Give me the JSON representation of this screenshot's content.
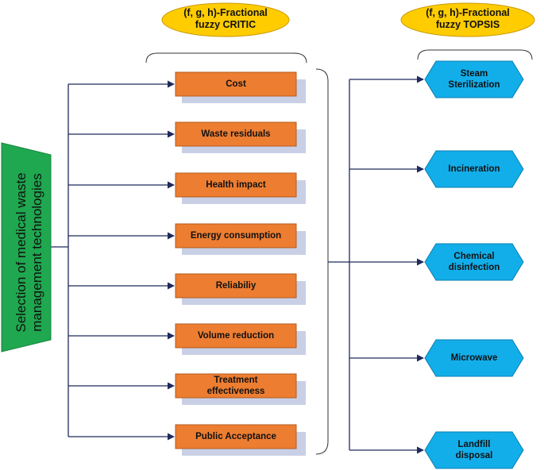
{
  "goal": {
    "label": "Selection of medical waste management technologies"
  },
  "headers": {
    "critic": "(f, g, h)-Fractional\nfuzzy CRITIC",
    "topsis": "(f, g, h)-Fractional\nfuzzy TOPSIS"
  },
  "criteria": [
    "Cost",
    "Waste residuals",
    "Health impact",
    "Energy consumption",
    "Reliabiliy",
    "Volume reduction",
    "Treatment\neffectiveness",
    "Public Acceptance"
  ],
  "technologies": [
    "Steam\nSterilization",
    "Incineration",
    "Chemical\ndisinfection",
    "Microwave",
    "Landfill\ndisposal"
  ],
  "colors": {
    "goal_fill": "#1fa84f",
    "criteria_fill": "#ed7d31",
    "criteria_shadow": "#c9d0e6",
    "tech_fill": "#12aeea",
    "header_fill": "#ffcc00",
    "connector": "#1f2a5c"
  }
}
